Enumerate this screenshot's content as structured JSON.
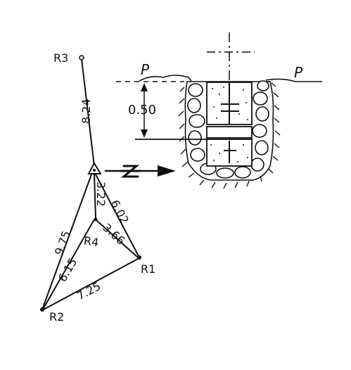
{
  "labels": {
    "r3": "R3",
    "r1": "R1",
    "r2": "R2",
    "r4": "R4",
    "p_left": "P",
    "p_right": "P",
    "depth": "0.50"
  },
  "measurements": {
    "st_r3": "8.24",
    "st_r4": "3.22",
    "st_r1": "6.02",
    "st_r2": "9.75",
    "r4_r2": "6.15",
    "r4_r1": "3.66",
    "r1_r2": "7.25"
  },
  "colors": {
    "ink": "#111111",
    "paper": "#ffffff"
  }
}
